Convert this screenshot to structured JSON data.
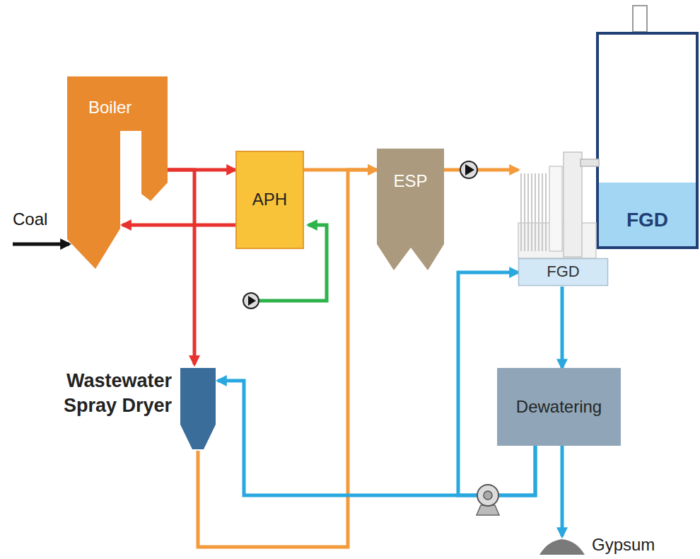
{
  "diagram": {
    "nodes": [
      {
        "text": [
          "Boiler"
        ]
      },
      {
        "text": [
          "APH"
        ]
      },
      {
        "text": [
          "ESP"
        ]
      },
      {
        "text": [
          "FGD"
        ]
      },
      {
        "text": [
          "FGD"
        ]
      },
      {
        "text": [
          "Wastewater Spray Dryer"
        ]
      },
      {
        "text": [
          "Dewatering"
        ]
      },
      {
        "text": [
          "Gypsum"
        ]
      }
    ],
    "edges": [
      {
        "from": 0,
        "to": 1,
        "arrow": "to"
      },
      {
        "from": 1,
        "to": 0,
        "arrow": "to"
      },
      {
        "from": 0,
        "to": 5,
        "arrow": "to"
      },
      {
        "from": 1,
        "to": 2,
        "arrow": "to"
      },
      {
        "from": 5,
        "to": 2,
        "arrow": "to"
      },
      {
        "from": 2,
        "to": 4,
        "arrow": "to"
      },
      {
        "from": 4,
        "to": 6,
        "arrow": "to"
      },
      {
        "from": 6,
        "to": 7,
        "arrow": "to"
      },
      {
        "from": 6,
        "to": 4,
        "arrow": "to"
      },
      {
        "from": 6,
        "to": 5,
        "arrow": "to"
      }
    ],
    "labels": [
      "Coal"
    ]
  }
}
